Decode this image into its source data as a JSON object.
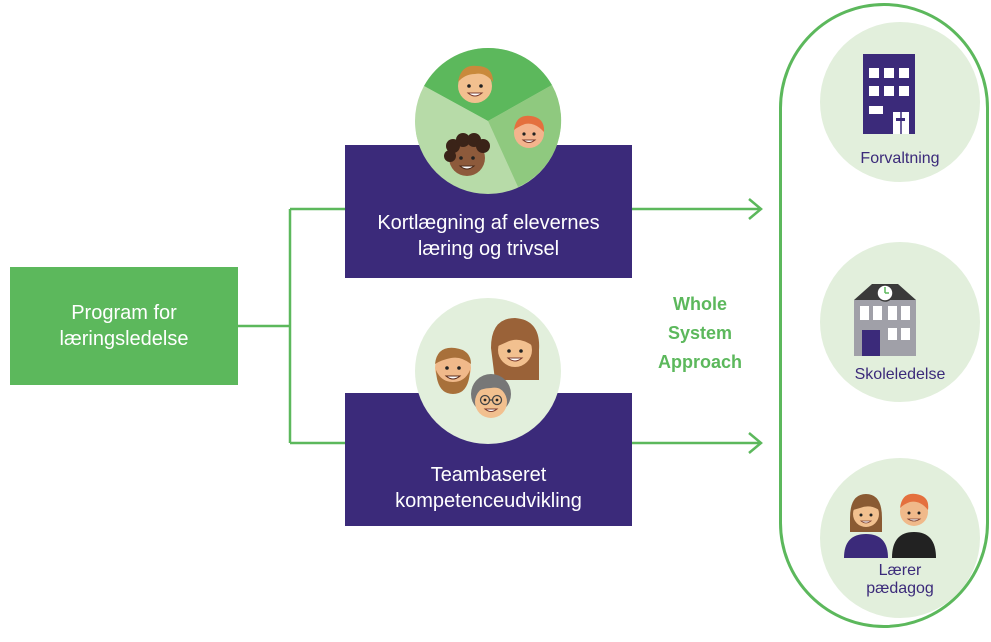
{
  "program_box": {
    "label_line1": "Program for",
    "label_line2": "læringsledelse"
  },
  "box_mapping": {
    "label_line1": "Kortlægning af elevernes",
    "label_line2": "læring og trivsel"
  },
  "box_team": {
    "label_line1": "Teambaseret",
    "label_line2": "kompetenceudvikling"
  },
  "approach": {
    "line1": "Whole",
    "line2": "System",
    "line3": "Approach"
  },
  "levels": {
    "admin": {
      "label": "Forvaltning",
      "icon": "office-building-icon"
    },
    "school": {
      "label": "Skoleledelse",
      "icon": "school-building-icon"
    },
    "staff": {
      "label_line1": "Lærer",
      "label_line2": "pædagog",
      "icon": "teacher-pedagogue-icon"
    }
  },
  "colors": {
    "green": "#5cb85c",
    "purple": "#3b2a7a",
    "light_green": "#e2efdc"
  }
}
